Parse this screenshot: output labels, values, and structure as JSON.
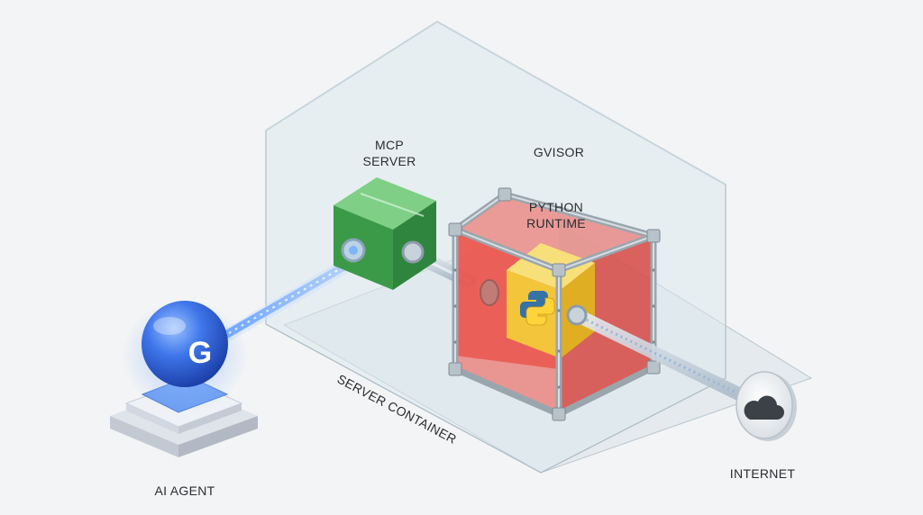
{
  "labels": {
    "mcp_line1": "MCP",
    "mcp_line2": "SERVER",
    "gvisor": "GVISOR",
    "python_line1": "PYTHON",
    "python_line2": "RUNTIME",
    "server_container": "SERVER CONTAINER",
    "ai_agent": "AI AGENT",
    "internet": "INTERNET"
  },
  "agent_orb_letter": "G",
  "icons": {
    "agent": "g-letter-orb-icon",
    "python": "python-logo-icon",
    "internet": "cloud-icon"
  },
  "colors": {
    "container_glass": "#dfe9ee",
    "mcp_green": "#3fa04e",
    "gvisor_red": "#e4473f",
    "python_yellow": "#f2c53a",
    "agent_blue": "#2a63dc",
    "link_blue": "#7fb4f5"
  }
}
